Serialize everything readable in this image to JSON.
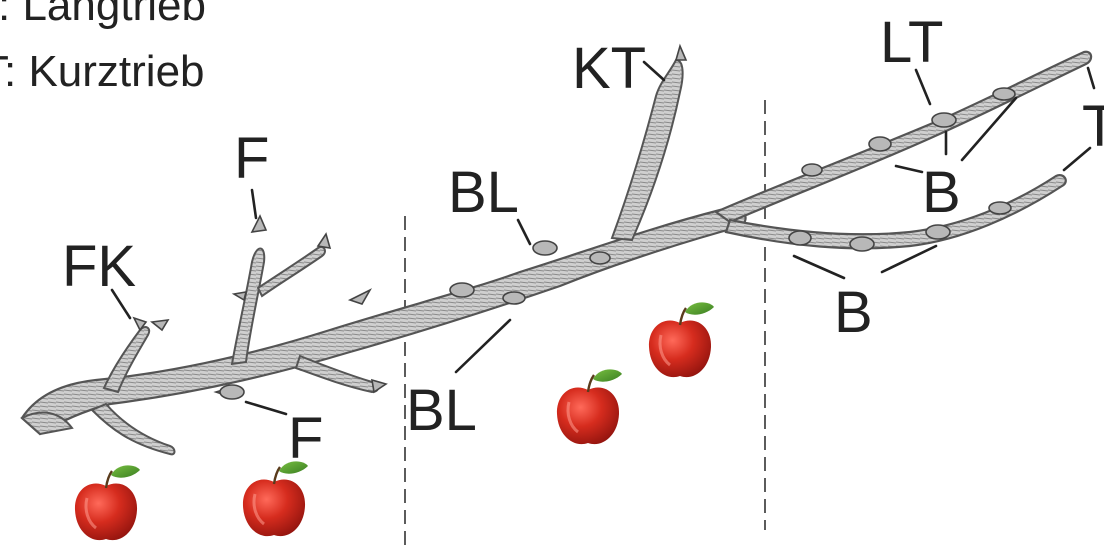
{
  "legend": {
    "line1": ": Langtrieb",
    "line2": "T: Kurztrieb"
  },
  "labels": {
    "fk": "FK",
    "f_top": "F",
    "f_bottom": "F",
    "bl_upper": "BL",
    "bl_lower": "BL",
    "kt": "KT",
    "lt": "LT",
    "b_upper": "B",
    "b_lower": "B",
    "t_right": "T"
  },
  "colors": {
    "branch": "#c9c9c9",
    "branch_outline": "#5d5d5d",
    "apple": "#c8261c",
    "leaf": "#4f9a2c",
    "text": "#222222"
  },
  "icons": [
    "apple-icon",
    "branch-illustration"
  ]
}
